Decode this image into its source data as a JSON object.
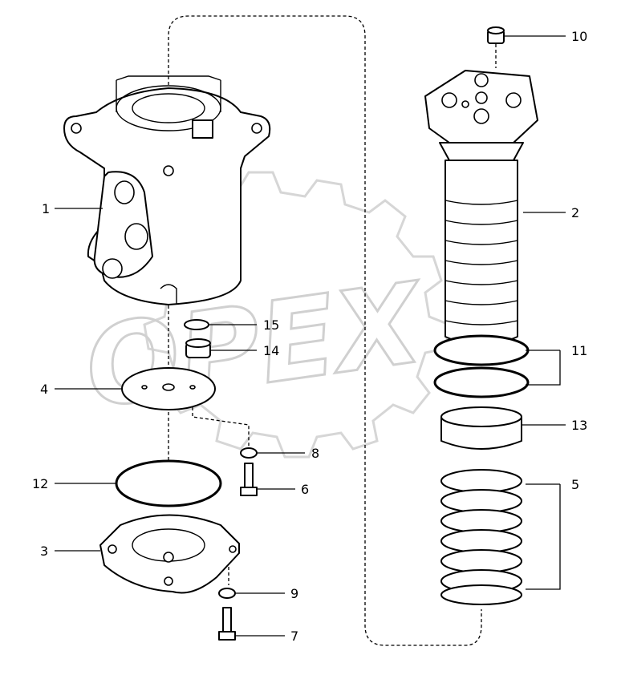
{
  "diagram": {
    "type": "exploded parts diagram",
    "watermark_text": "OPEX",
    "callouts": [
      {
        "id": "1",
        "label": "1"
      },
      {
        "id": "2",
        "label": "2"
      },
      {
        "id": "3",
        "label": "3"
      },
      {
        "id": "4",
        "label": "4"
      },
      {
        "id": "5",
        "label": "5"
      },
      {
        "id": "6",
        "label": "6"
      },
      {
        "id": "7",
        "label": "7"
      },
      {
        "id": "8",
        "label": "8"
      },
      {
        "id": "9",
        "label": "9"
      },
      {
        "id": "10",
        "label": "10"
      },
      {
        "id": "11",
        "label": "11"
      },
      {
        "id": "12",
        "label": "12"
      },
      {
        "id": "13",
        "label": "13"
      },
      {
        "id": "14",
        "label": "14"
      },
      {
        "id": "15",
        "label": "15"
      }
    ]
  }
}
